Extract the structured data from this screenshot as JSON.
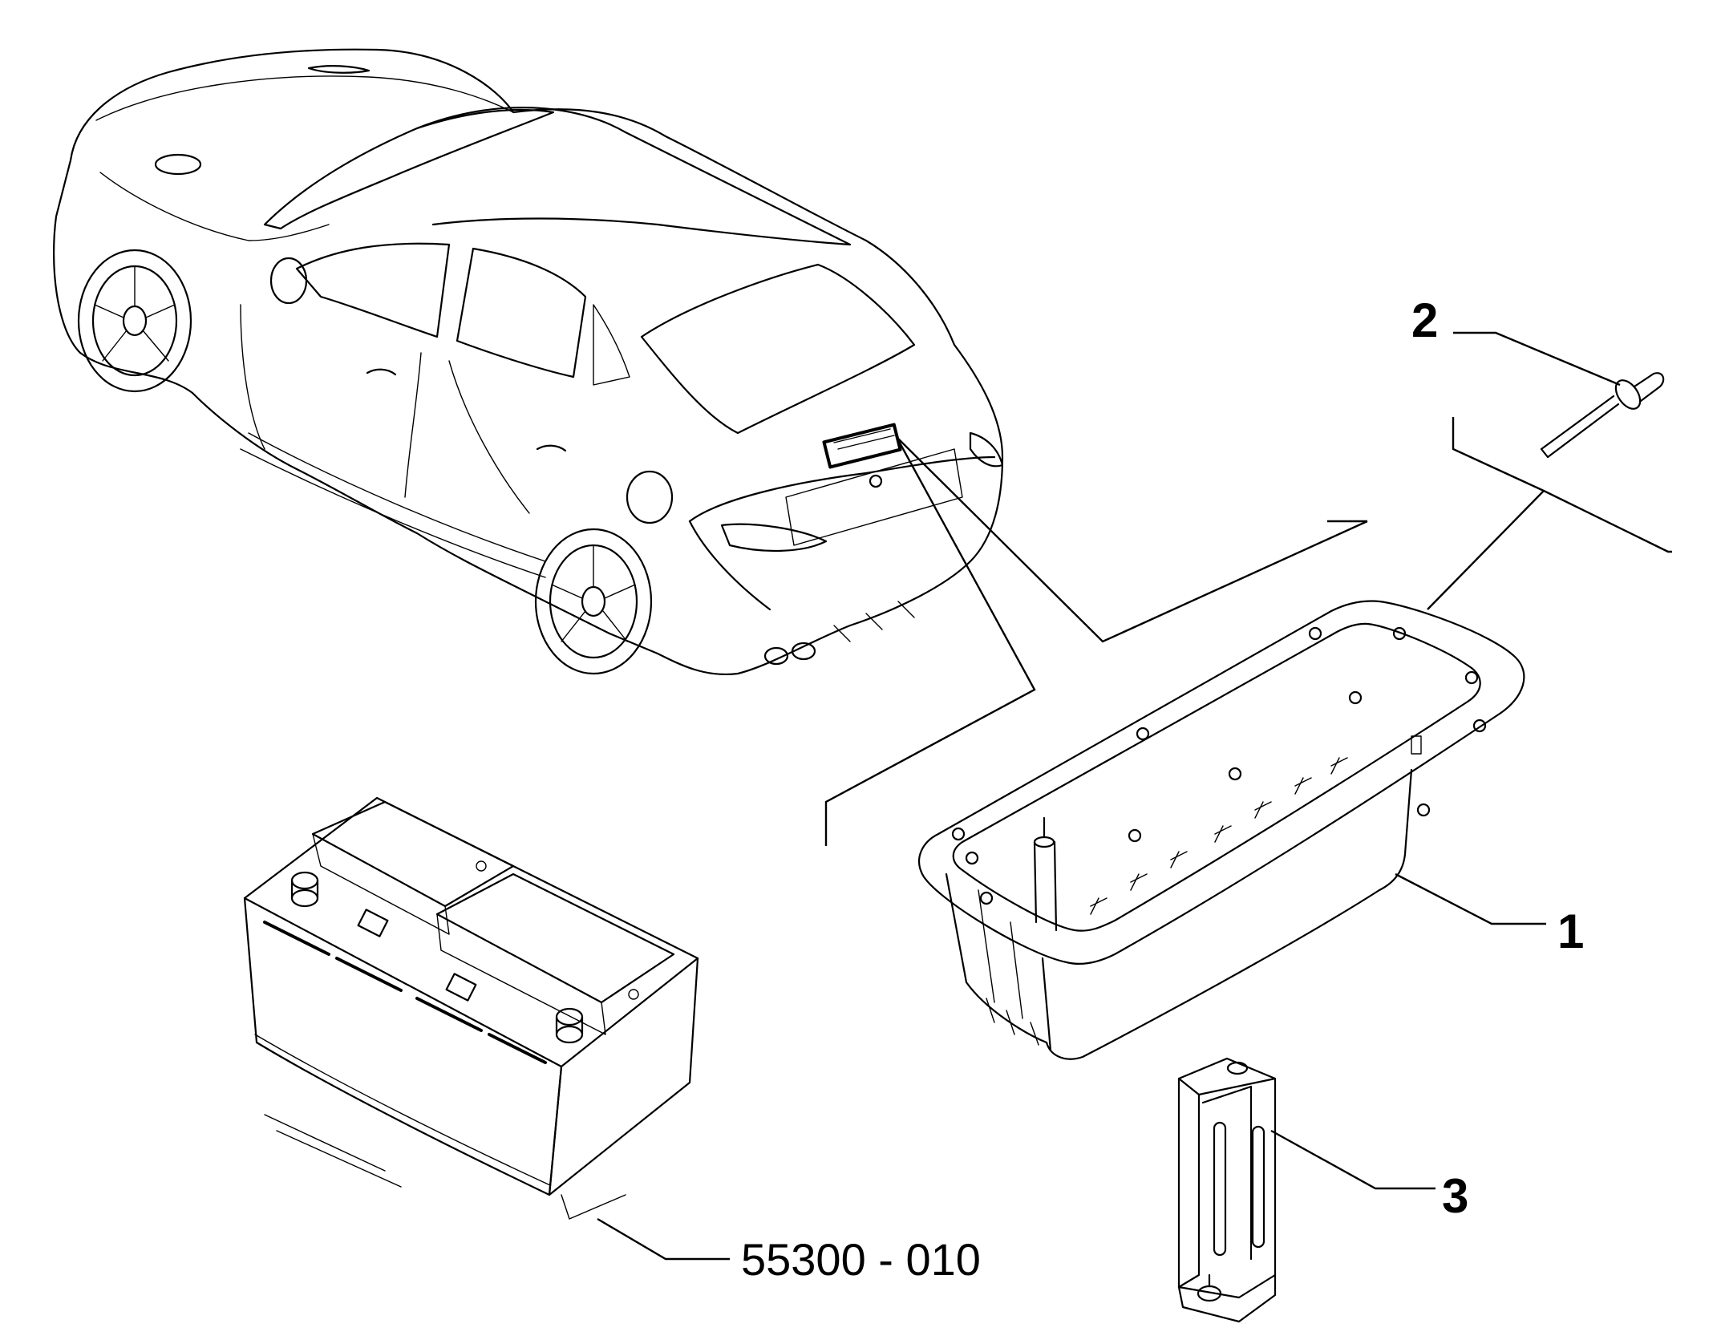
{
  "callouts": {
    "part_1": "1",
    "part_2": "2",
    "part_3": "3",
    "battery_ref": "55300 - 010"
  },
  "colors": {
    "ink": "#000000",
    "paper": "#ffffff"
  }
}
